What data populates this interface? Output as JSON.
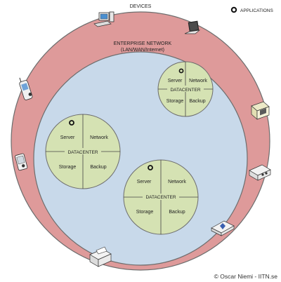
{
  "legend": {
    "label": "APPLICATIONS"
  },
  "outer_ring": {
    "label": "DEVICES",
    "color": "#de9a9a"
  },
  "network": {
    "title_line1": "ENTERPRISE NETWORK",
    "title_line2": "(LAN/WAN/Internet)",
    "color": "#c8d9ea"
  },
  "datacenters": [
    {
      "server": "Server",
      "network": "Network",
      "label": "DATACENTER",
      "storage": "Storage",
      "backup": "Backup"
    },
    {
      "server": "Server",
      "network": "Network",
      "label": "DATACENTER",
      "storage": "Storage",
      "backup": "Backup"
    },
    {
      "server": "Server",
      "network": "Network",
      "label": "DATACENTER",
      "storage": "Storage",
      "backup": "Backup"
    }
  ],
  "datacenter_color": "#d5e2b3",
  "devices": [
    {
      "icon": "desktop-computer-icon"
    },
    {
      "icon": "laptop-icon"
    },
    {
      "icon": "mobile-phone-icon"
    },
    {
      "icon": "atm-terminal-icon"
    },
    {
      "icon": "pda-icon"
    },
    {
      "icon": "network-appliance-icon"
    },
    {
      "icon": "wireless-router-icon"
    },
    {
      "icon": "printer-icon"
    }
  ],
  "credit": "© Oscar Niemi - IITN.se"
}
